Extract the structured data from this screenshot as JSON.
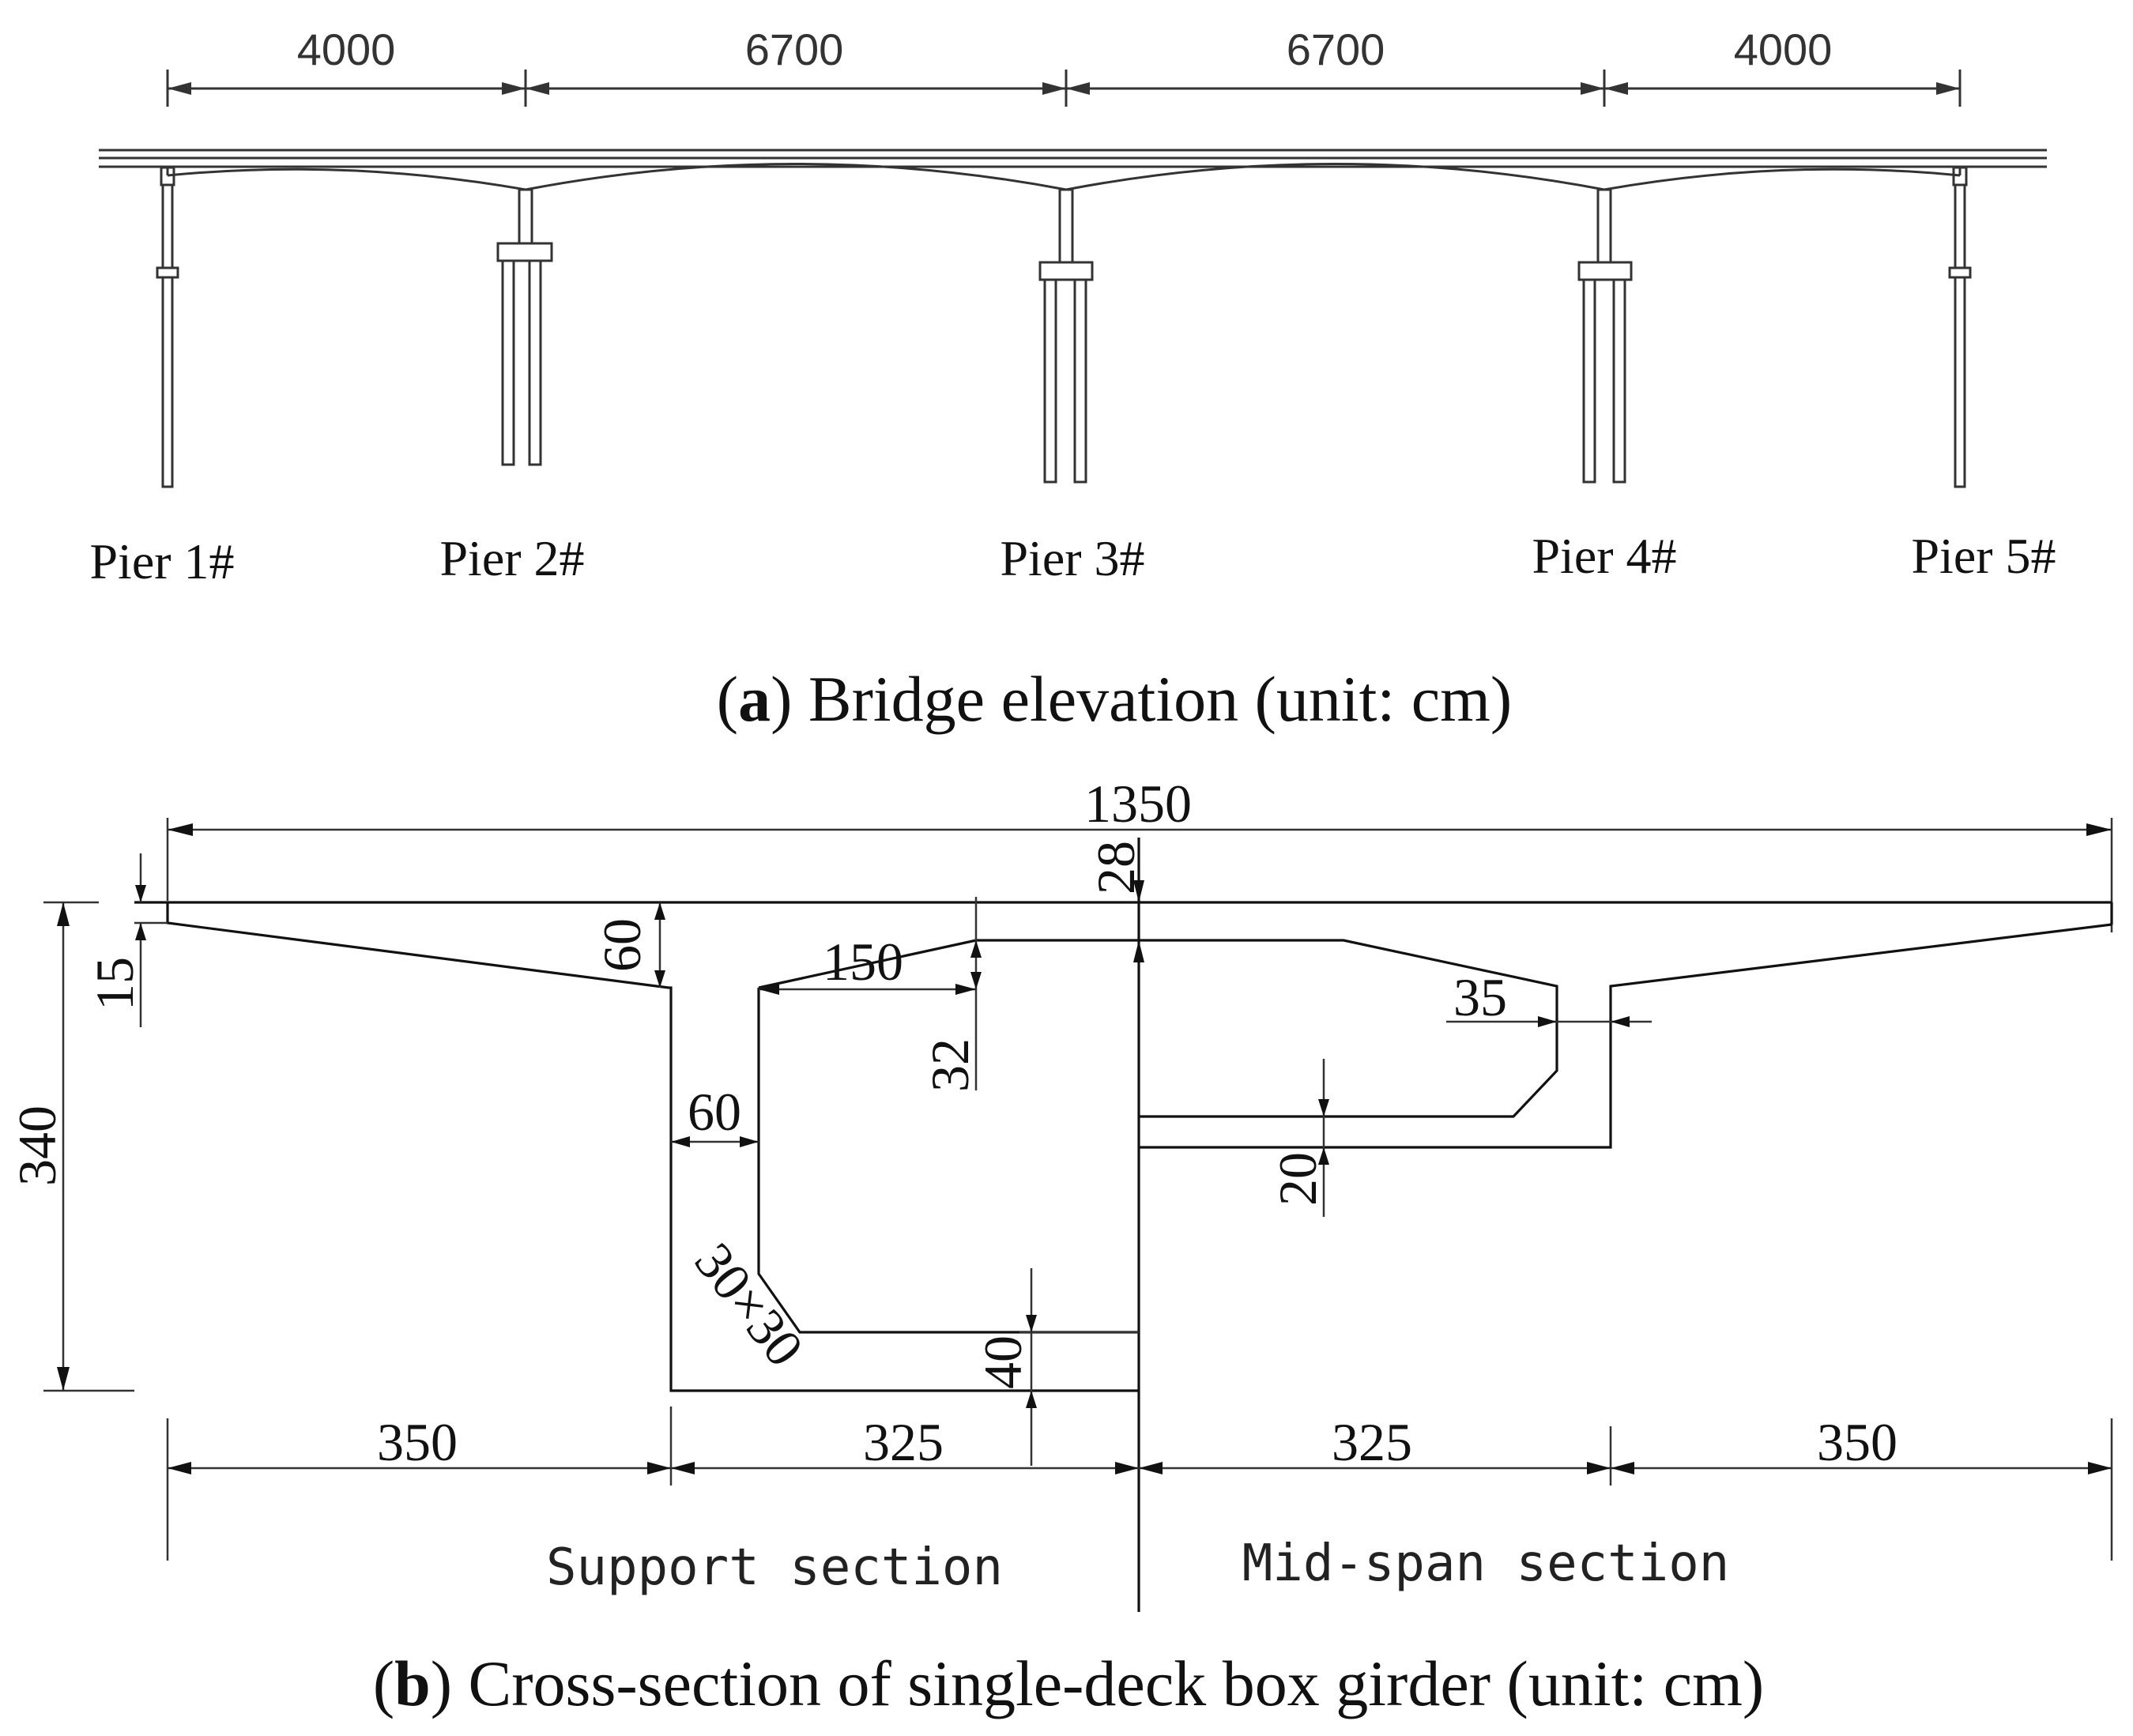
{
  "elevation": {
    "spans": [
      "4000",
      "6700",
      "6700",
      "4000"
    ],
    "piers": [
      "Pier 1#",
      "Pier 2#",
      "Pier 3#",
      "Pier 4#",
      "Pier 5#"
    ],
    "caption_letter": "a",
    "caption_text": ") Bridge elevation (unit: cm)"
  },
  "section": {
    "dims": {
      "total_width": "1350",
      "deck_top": "28",
      "total_height": "340",
      "edge_thickness": "15",
      "web_root": "60",
      "haunch_width": "150",
      "haunch_height": "32",
      "web_thickness": "60",
      "fillet": "30×30",
      "bottom_support": "40",
      "web_mid": "35",
      "bottom_mid": "20",
      "bottom_widths": [
        "350",
        "325",
        "325",
        "350"
      ]
    },
    "labels": {
      "support": "Support section",
      "midspan": "Mid-span section"
    },
    "caption_letter": "b",
    "caption_text": ") Cross-section of single-deck box girder (unit: cm)"
  }
}
